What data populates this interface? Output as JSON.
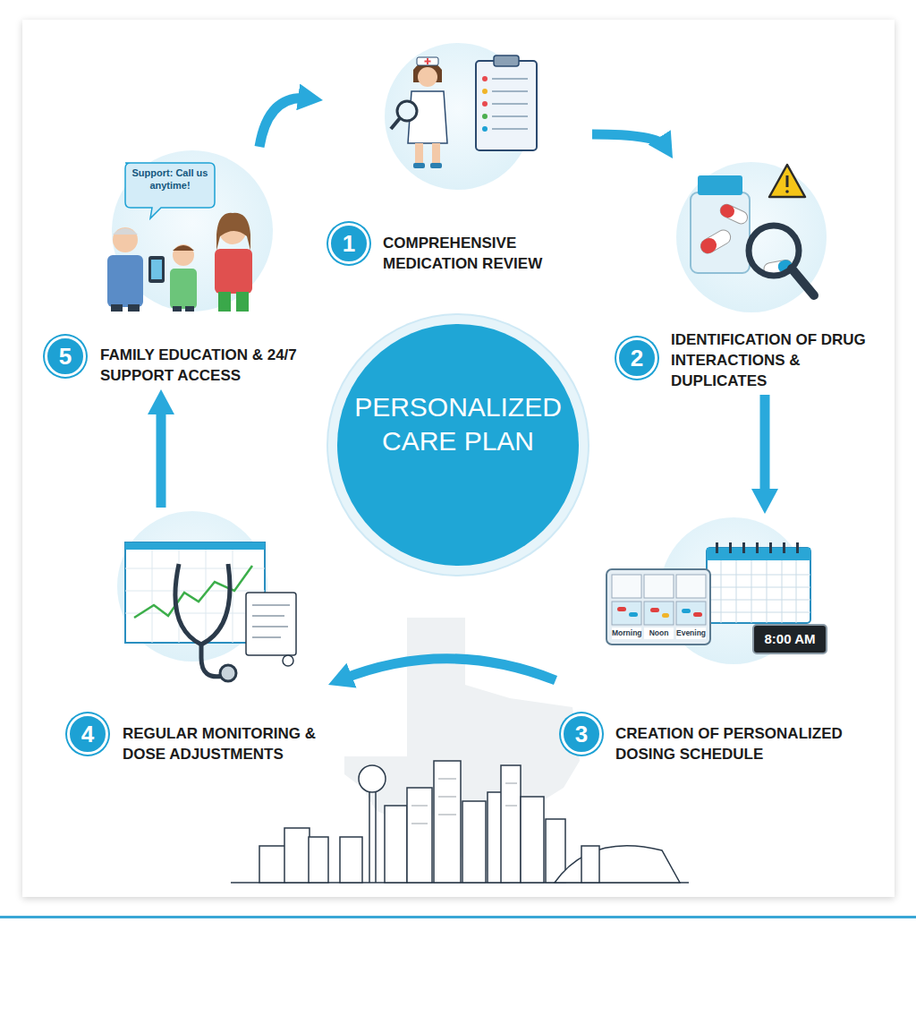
{
  "diagram": {
    "nodes": [
      {
        "text": [
          "1",
          "COMPREHENSIVE MEDICATION REVIEW"
        ]
      },
      {
        "text": [
          "2",
          "IDENTIFICATION OF DRUG INTERACTIONS & DUPLICATES"
        ]
      },
      {
        "text": [
          "3",
          "CREATION OF PERSONALIZED DOSING SCHEDULE"
        ]
      },
      {
        "text": [
          "4",
          "REGULAR MONITORING & DOSE ADJUSTMENTS"
        ]
      },
      {
        "text": [
          "5",
          "FAMILY EDUCATION & 24/7 SUPPORT ACCESS"
        ]
      },
      {
        "text": [
          "PERSONALIZED CARE PLAN"
        ]
      }
    ],
    "edges": [
      {
        "from": 0,
        "to": 1,
        "arrow": "to"
      },
      {
        "from": 1,
        "to": 2,
        "arrow": "to"
      },
      {
        "from": 2,
        "to": 3,
        "arrow": "to"
      },
      {
        "from": 3,
        "to": 4,
        "arrow": "to"
      },
      {
        "from": 4,
        "to": 0,
        "arrow": "to"
      }
    ],
    "labels": [
      "Support: Call us anytime!",
      "Morning",
      "Noon",
      "Evening",
      "8:00 AM"
    ]
  }
}
